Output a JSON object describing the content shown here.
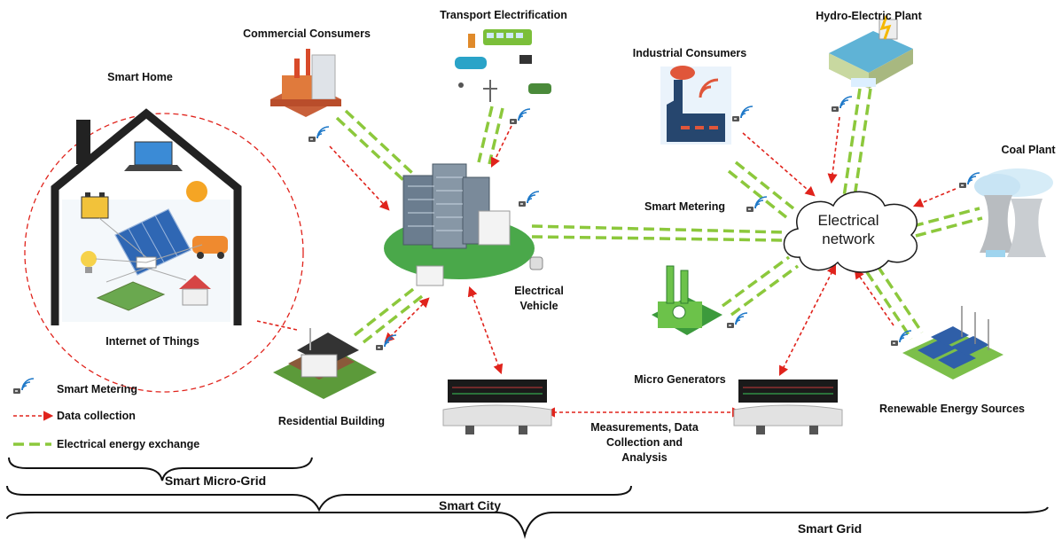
{
  "nodes": {
    "commercial_consumers": "Commercial Consumers",
    "transport_electrification": "Transport Electrification",
    "industrial_consumers": "Industrial Consumers",
    "hydro_electric_plant": "Hydro-Electric Plant",
    "coal_plant": "Coal Plant",
    "smart_home": "Smart Home",
    "internet_of_things": "Internet of Things",
    "smart_metering": "Smart Metering",
    "electrical_network": "Electrical network",
    "electrical_vehicle": "Electrical Vehicle",
    "micro_generators": "Micro Generators",
    "residential_building": "Residential Building",
    "renewable_energy_sources": "Renewable Energy Sources",
    "measurements": "Measurements, Data Collection and Analysis"
  },
  "legend": {
    "smart_metering": "Smart Metering",
    "data_collection": "Data collection",
    "energy_exchange": "Electrical energy exchange"
  },
  "scopes": {
    "micro_grid": "Smart Micro-Grid",
    "city": "Smart City",
    "grid": "Smart Grid"
  },
  "colors": {
    "data_arrow": "#e0231c",
    "energy_link": "#8cc83c",
    "meter_signal": "#1e78c8"
  },
  "icons": [
    "meter-wifi-icon",
    "factory-icon",
    "building-icon",
    "house-icon",
    "cooling-tower-icon",
    "dam-icon",
    "solar-farm-icon",
    "control-room-icon",
    "cloud-icon"
  ]
}
